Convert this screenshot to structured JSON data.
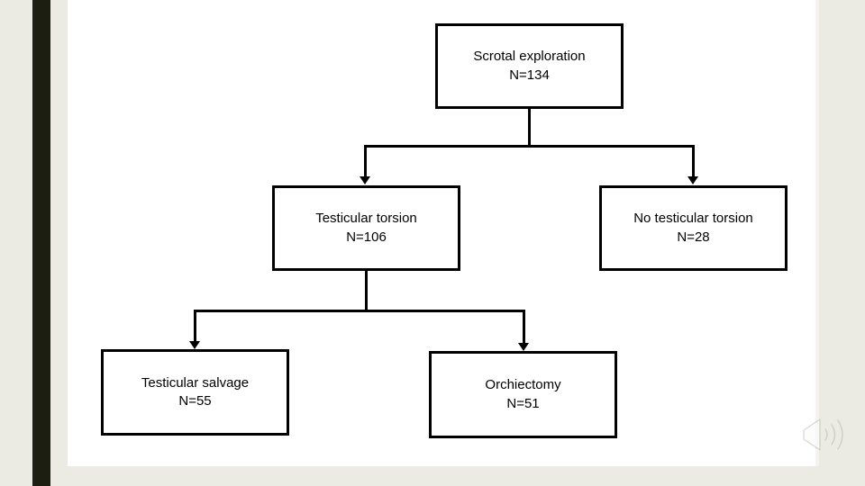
{
  "slide": {
    "background_color": "#ffffff",
    "theme_background_color": "#ecebe3",
    "accent_bar_color": "#1c1e12",
    "node_border_color": "#000000",
    "text_color": "#000000"
  },
  "flowchart": {
    "type": "flowchart",
    "orientation": "top-down",
    "nodes": [
      {
        "id": "root",
        "line1": "Scrotal exploration",
        "line2": "N=134",
        "count": 134
      },
      {
        "id": "torsion",
        "line1": "Testicular torsion",
        "line2": "N=106",
        "count": 106
      },
      {
        "id": "notorsion",
        "line1": "No testicular torsion",
        "line2": "N=28",
        "count": 28
      },
      {
        "id": "salvage",
        "line1": "Testicular salvage",
        "line2": "N=55",
        "count": 55
      },
      {
        "id": "orchi",
        "line1": "Orchiectomy",
        "line2": "N=51",
        "count": 51
      }
    ],
    "edges": [
      {
        "from": "root",
        "to": "torsion"
      },
      {
        "from": "root",
        "to": "notorsion"
      },
      {
        "from": "torsion",
        "to": "salvage"
      },
      {
        "from": "torsion",
        "to": "orchi"
      }
    ]
  },
  "overlay": {
    "audio_icon_name": "speaker-audio-icon"
  }
}
